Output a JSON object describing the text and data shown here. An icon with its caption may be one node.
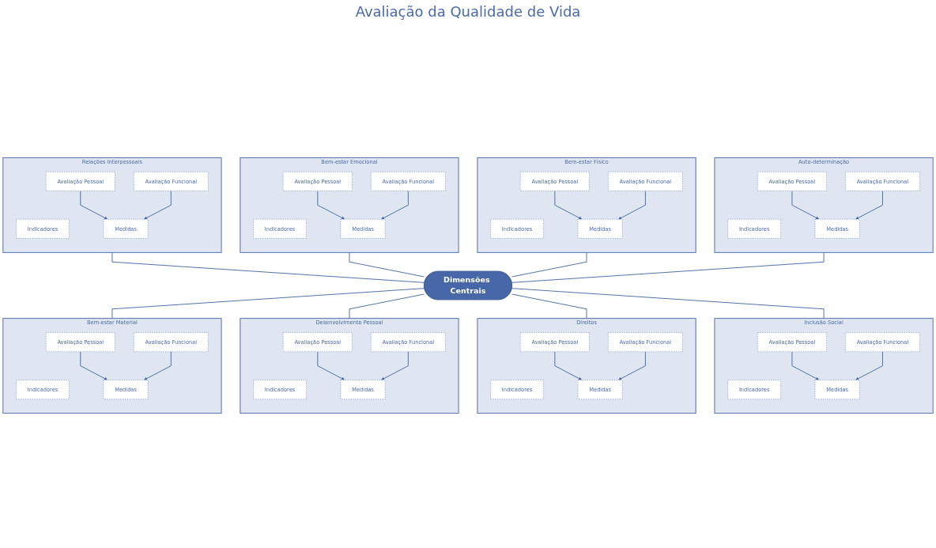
{
  "diagram": {
    "nodes": [
      {
        "text": [
          "Relações Interpessoais"
        ]
      },
      {
        "text": [
          "Indicadores"
        ],
        "in": 0
      },
      {
        "text": [
          "Medidas"
        ],
        "in": 0
      },
      {
        "text": [
          "Avaliação Pessoal"
        ],
        "in": 0
      },
      {
        "text": [
          "Avaliação Funcional"
        ],
        "in": 0
      },
      {
        "text": [
          "Bem-estar Emocional"
        ]
      },
      {
        "text": [
          "Indicadores"
        ],
        "in": 5
      },
      {
        "text": [
          "Medidas"
        ],
        "in": 5
      },
      {
        "text": [
          "Avaliação Pessoal"
        ],
        "in": 5
      },
      {
        "text": [
          "Avaliação Funcional"
        ],
        "in": 5
      },
      {
        "text": [
          "Bem-estar Físico"
        ]
      },
      {
        "text": [
          "Indicadores"
        ],
        "in": 10
      },
      {
        "text": [
          "Medidas"
        ],
        "in": 10
      },
      {
        "text": [
          "Avaliação Pessoal"
        ],
        "in": 10
      },
      {
        "text": [
          "Avaliação Funcional"
        ],
        "in": 10
      },
      {
        "text": [
          "Auto-determinação"
        ]
      },
      {
        "text": [
          "Indicadores"
        ],
        "in": 15
      },
      {
        "text": [
          "Medidas"
        ],
        "in": 15
      },
      {
        "text": [
          "Avaliação Pessoal"
        ],
        "in": 15
      },
      {
        "text": [
          "Avaliação Funcional"
        ],
        "in": 15
      },
      {
        "text": [
          "Dimensões Centrais"
        ]
      },
      {
        "text": [
          "Bem-estar Material"
        ]
      },
      {
        "text": [
          "Indicadores"
        ],
        "in": 21
      },
      {
        "text": [
          "Medidas"
        ],
        "in": 21
      },
      {
        "text": [
          "Avaliação Pessoal"
        ],
        "in": 21
      },
      {
        "text": [
          "Avaliação Funcional"
        ],
        "in": 21
      },
      {
        "text": [
          "Desenvolvimento Pessoal"
        ]
      },
      {
        "text": [
          "Indicadores"
        ],
        "in": 26
      },
      {
        "text": [
          "Medidas"
        ],
        "in": 26
      },
      {
        "text": [
          "Avaliação Pessoal"
        ],
        "in": 26
      },
      {
        "text": [
          "Avaliação Funcional"
        ],
        "in": 26
      },
      {
        "text": [
          "Direitos"
        ]
      },
      {
        "text": [
          "Indicadores"
        ],
        "in": 31
      },
      {
        "text": [
          "Medidas"
        ],
        "in": 31
      },
      {
        "text": [
          "Avaliação Pessoal"
        ],
        "in": 31
      },
      {
        "text": [
          "Avaliação Funcional"
        ],
        "in": 31
      },
      {
        "text": [
          "Inclusão Social"
        ]
      },
      {
        "text": [
          "Indicadores"
        ],
        "in": 36
      },
      {
        "text": [
          "Medidas"
        ],
        "in": 36
      },
      {
        "text": [
          "Avaliação Pessoal"
        ],
        "in": 36
      },
      {
        "text": [
          "Avaliação Funcional"
        ],
        "in": 36
      }
    ],
    "edges": [
      {
        "from": 0,
        "to": 20,
        "arrow": "none"
      },
      {
        "from": 5,
        "to": 20,
        "arrow": "none"
      },
      {
        "from": 10,
        "to": 20,
        "arrow": "none"
      },
      {
        "from": 15,
        "to": 20,
        "arrow": "none"
      },
      {
        "from": 20,
        "to": 21,
        "arrow": "none"
      },
      {
        "from": 20,
        "to": 26,
        "arrow": "none"
      },
      {
        "from": 20,
        "to": 31,
        "arrow": "none"
      },
      {
        "from": 20,
        "to": 36,
        "arrow": "none"
      },
      {
        "from": 3,
        "to": 2,
        "arrow": "to"
      },
      {
        "from": 4,
        "to": 2,
        "arrow": "to"
      },
      {
        "from": 8,
        "to": 7,
        "arrow": "to"
      },
      {
        "from": 9,
        "to": 7,
        "arrow": "to"
      },
      {
        "from": 13,
        "to": 12,
        "arrow": "to"
      },
      {
        "from": 14,
        "to": 12,
        "arrow": "to"
      },
      {
        "from": 18,
        "to": 17,
        "arrow": "to"
      },
      {
        "from": 19,
        "to": 17,
        "arrow": "to"
      },
      {
        "from": 24,
        "to": 23,
        "arrow": "to"
      },
      {
        "from": 25,
        "to": 23,
        "arrow": "to"
      },
      {
        "from": 29,
        "to": 28,
        "arrow": "to"
      },
      {
        "from": 30,
        "to": 28,
        "arrow": "to"
      },
      {
        "from": 34,
        "to": 33,
        "arrow": "to"
      },
      {
        "from": 35,
        "to": 33,
        "arrow": "to"
      },
      {
        "from": 39,
        "to": 38,
        "arrow": "to"
      },
      {
        "from": 40,
        "to": 38,
        "arrow": "to"
      }
    ],
    "labels": [
      "Avaliação da Qualidade de Vida"
    ]
  }
}
